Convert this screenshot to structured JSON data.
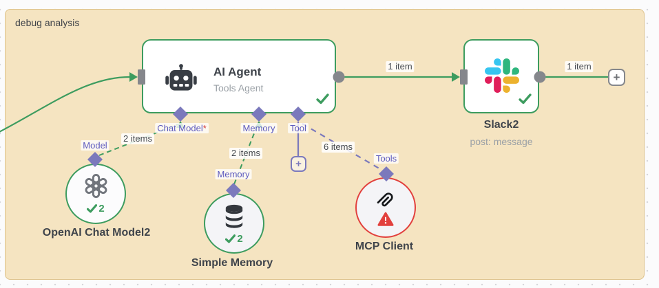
{
  "note": {
    "title": "debug analysis"
  },
  "colors": {
    "success_green": "#3d9c5f",
    "connector_purple": "#7b79bc",
    "error_red": "#e2403d",
    "note_background": "#f5e4c1"
  },
  "nodes": {
    "ai_agent": {
      "title": "AI Agent",
      "subtitle": "Tools Agent"
    },
    "slack": {
      "title": "Slack2",
      "subtitle": "post: message"
    },
    "openai": {
      "title": "OpenAI Chat Model2",
      "run_count": "2"
    },
    "simple_memory": {
      "title": "Simple Memory",
      "run_count": "2"
    },
    "mcp": {
      "title": "MCP Client"
    }
  },
  "ports": {
    "chat_model": {
      "label": "Chat Model",
      "required_mark": "*"
    },
    "memory": {
      "label": "Memory"
    },
    "tool": {
      "label": "Tool"
    },
    "model": {
      "label": "Model"
    },
    "memory_sub": {
      "label": "Memory"
    },
    "tools": {
      "label": "Tools"
    }
  },
  "edges": {
    "agent_to_slack": {
      "label": "1 item"
    },
    "slack_to_next": {
      "label": "1 item"
    },
    "openai_to_agent": {
      "label": "2 items"
    },
    "memory_to_agent": {
      "label": "2 items"
    },
    "mcp_to_agent": {
      "label": "6 items"
    }
  },
  "buttons": {
    "add_next_node": "+",
    "add_tool": "+"
  }
}
